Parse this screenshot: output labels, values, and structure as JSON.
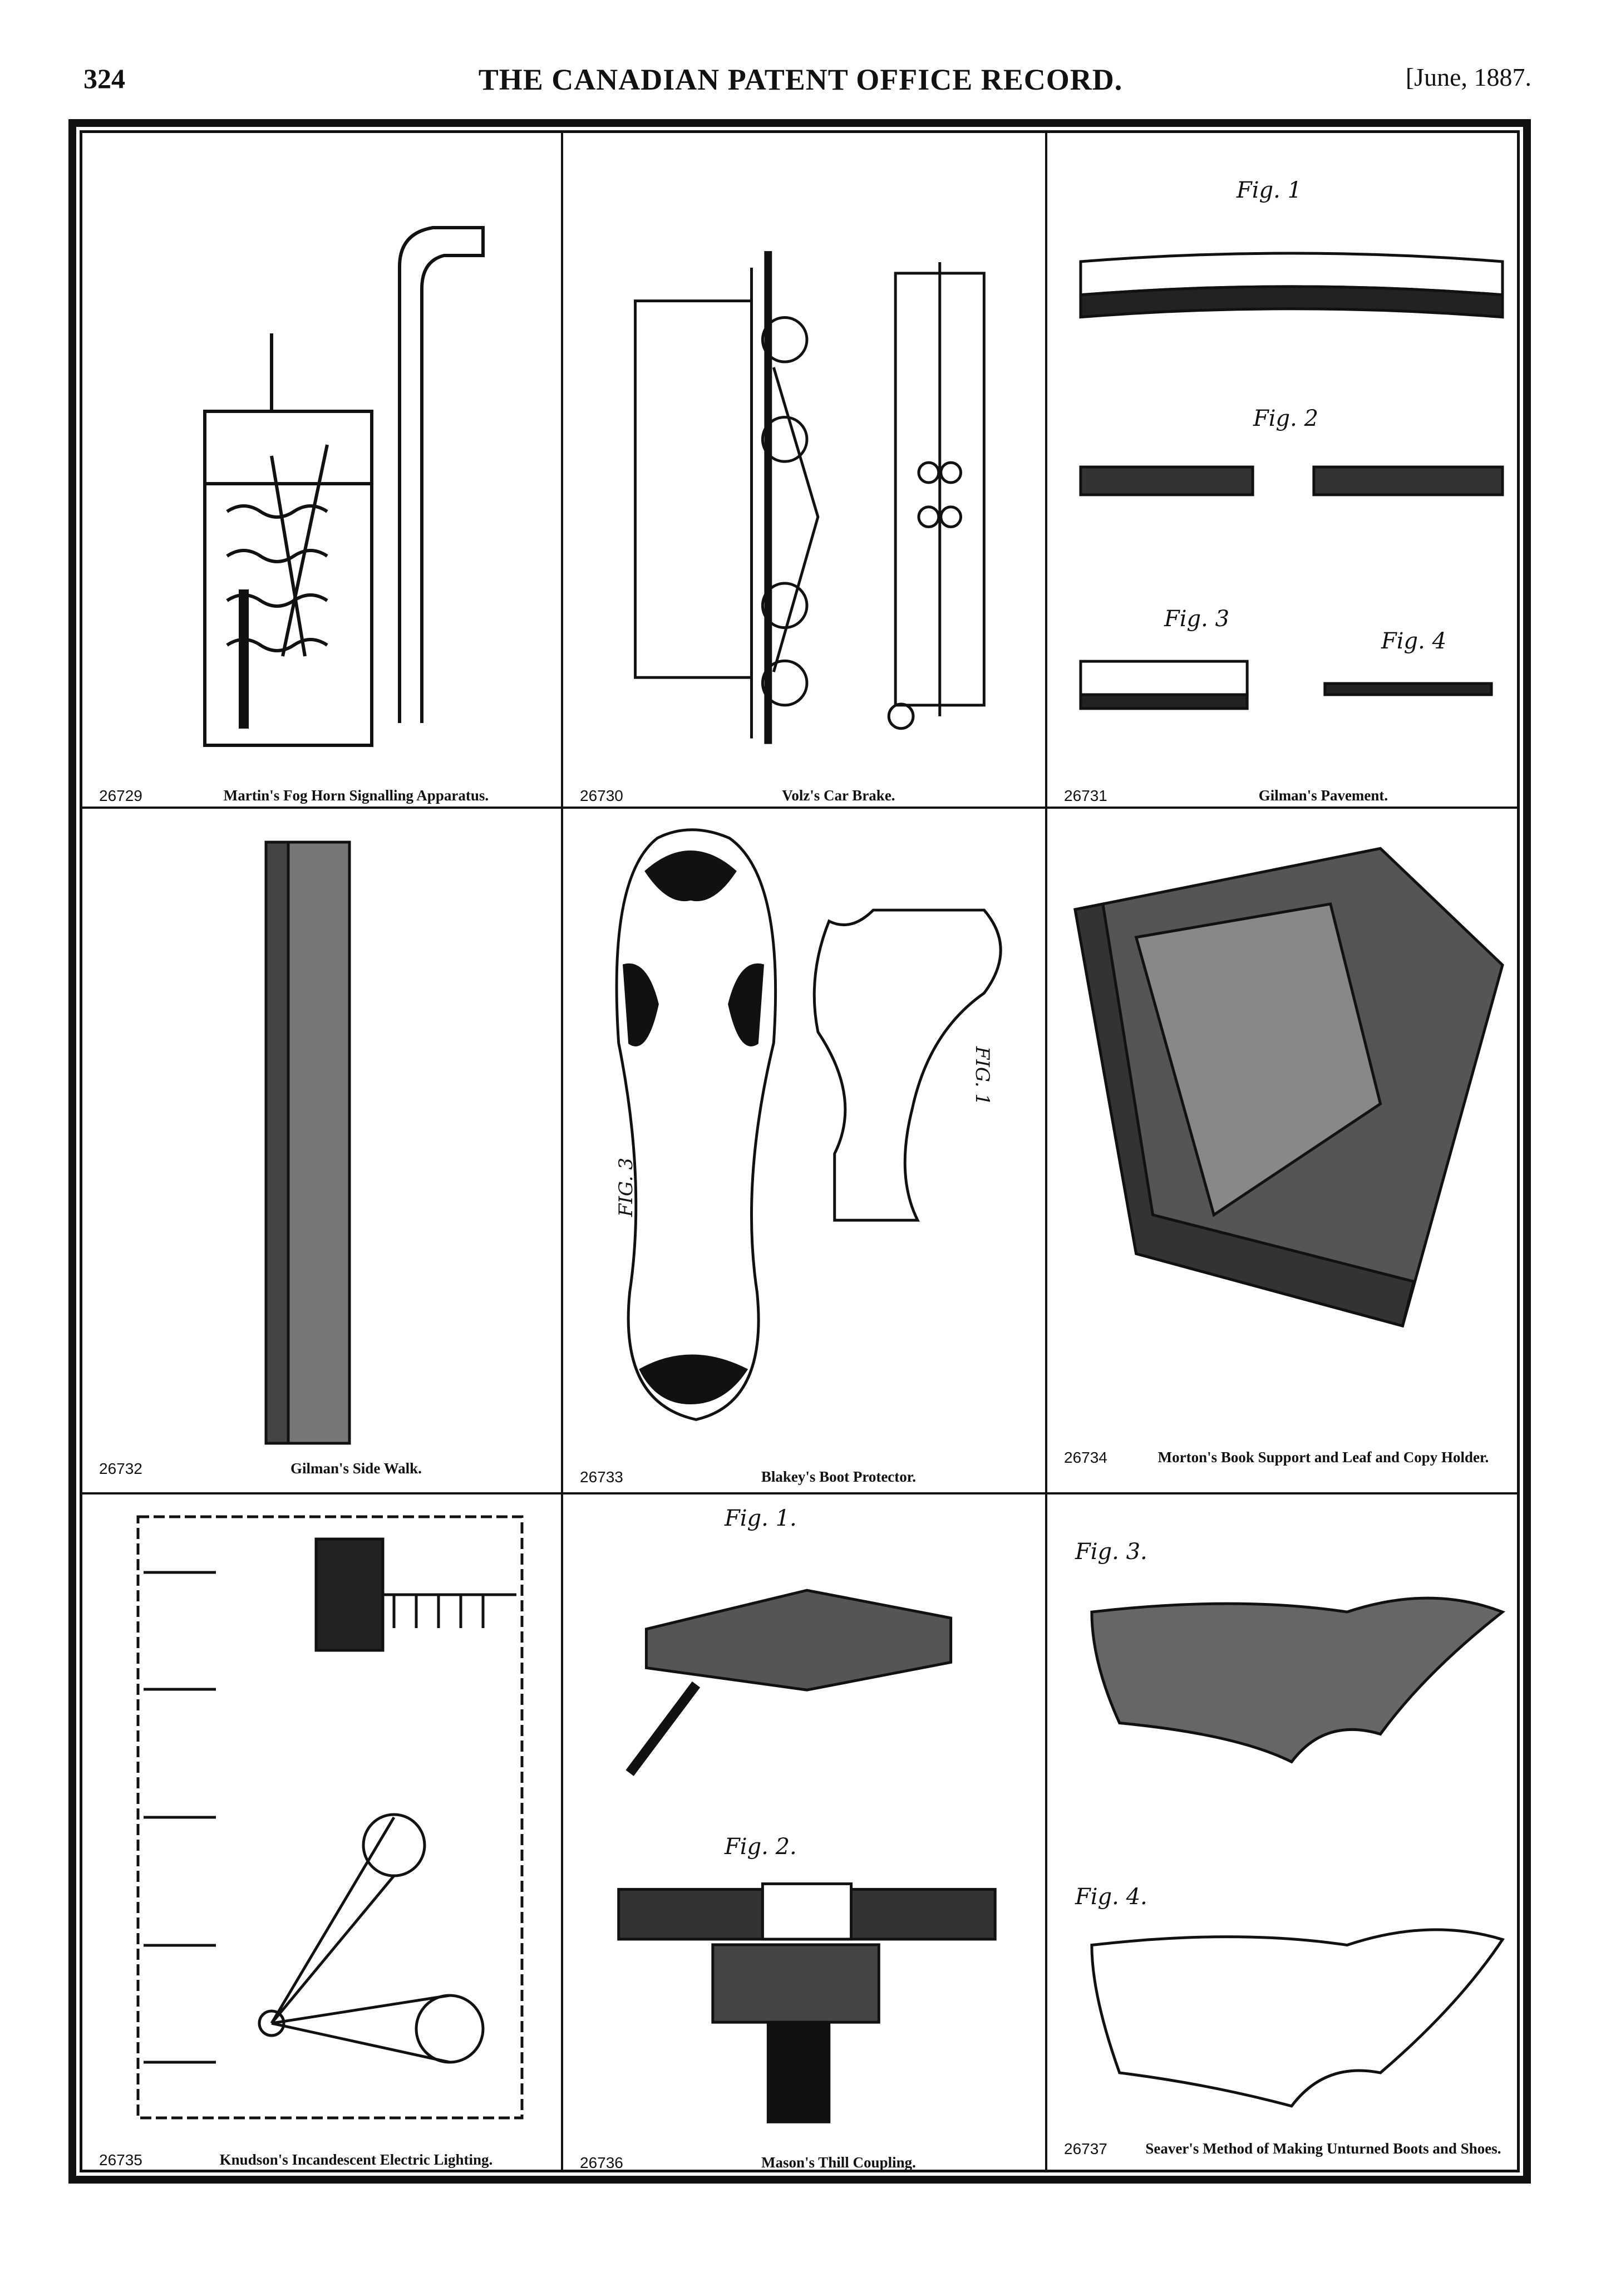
{
  "header": {
    "page_number": "324",
    "title": "THE CANADIAN PATENT OFFICE RECORD.",
    "date": "[June, 1887."
  },
  "cells": [
    {
      "number": "26729",
      "title": "Martin's Fog Horn Signalling Apparatus."
    },
    {
      "number": "26730",
      "title": "Volz's Car Brake."
    },
    {
      "number": "26731",
      "title": "Gilman's Pavement."
    },
    {
      "number": "26732",
      "title": "Gilman's Side Walk."
    },
    {
      "number": "26733",
      "title": "Blakey's Boot Protector."
    },
    {
      "number": "26734",
      "title": "Morton's Book Support and Leaf and Copy Holder."
    },
    {
      "number": "26735",
      "title": "Knudson's Incandescent Electric Lighting."
    },
    {
      "number": "26736",
      "title": "Mason's Thill Coupling."
    },
    {
      "number": "26737",
      "title": "Seaver's Method of Making Unturned Boots and Shoes."
    }
  ],
  "figure_labels": {
    "pav_fig1": "Fig. 1",
    "pav_fig2": "Fig. 2",
    "pav_fig3": "Fig. 3",
    "pav_fig4": "Fig. 4",
    "boot_fig3": "FIG. 3",
    "boot_fig1": "FIG. 1",
    "coup_fig1": "Fig. 1.",
    "coup_fig2": "Fig. 2.",
    "shoe_fig3": "Fig. 3.",
    "shoe_fig4": "Fig. 4."
  }
}
